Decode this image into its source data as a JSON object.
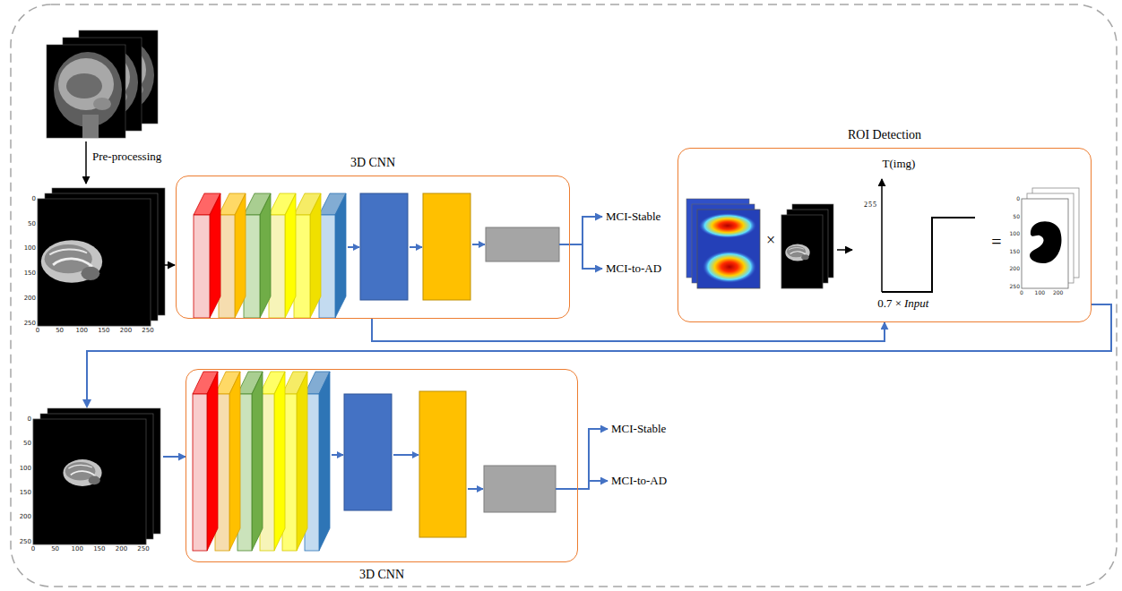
{
  "diagram": {
    "nodes": [
      {
        "text": [
          "3D CNN"
        ]
      },
      {
        "text": [
          "MCI-Stable"
        ]
      },
      {
        "text": [
          "MCI-to-AD"
        ]
      },
      {
        "text": [
          "ROI Detection"
        ]
      },
      {
        "text": [
          "3D CNN"
        ]
      },
      {
        "text": [
          "MCI-Stable"
        ]
      },
      {
        "text": [
          "MCI-to-AD"
        ]
      }
    ],
    "edges": [
      {
        "from": 0,
        "to": 1,
        "arrow": "to"
      },
      {
        "from": 0,
        "to": 2,
        "arrow": "to"
      },
      {
        "from": 0,
        "to": 3,
        "arrow": "to"
      },
      {
        "from": 3,
        "to": 4,
        "arrow": "to"
      },
      {
        "from": 4,
        "to": 5,
        "arrow": "to"
      },
      {
        "from": 4,
        "to": 6,
        "arrow": "to"
      }
    ],
    "labels": [
      "Pre-processing",
      "T(img)",
      "255",
      "0.7 ×",
      "Input",
      "×",
      "=",
      "0",
      "50",
      "100",
      "150",
      "200",
      "250",
      "0",
      "50",
      "100",
      "150",
      "200",
      "250",
      "0",
      "50",
      "100",
      "150",
      "200",
      "250",
      "0",
      "50",
      "100",
      "150",
      "200",
      "250",
      "0",
      "50",
      "100",
      "150",
      "200",
      "250",
      "0",
      "100",
      "200"
    ]
  }
}
